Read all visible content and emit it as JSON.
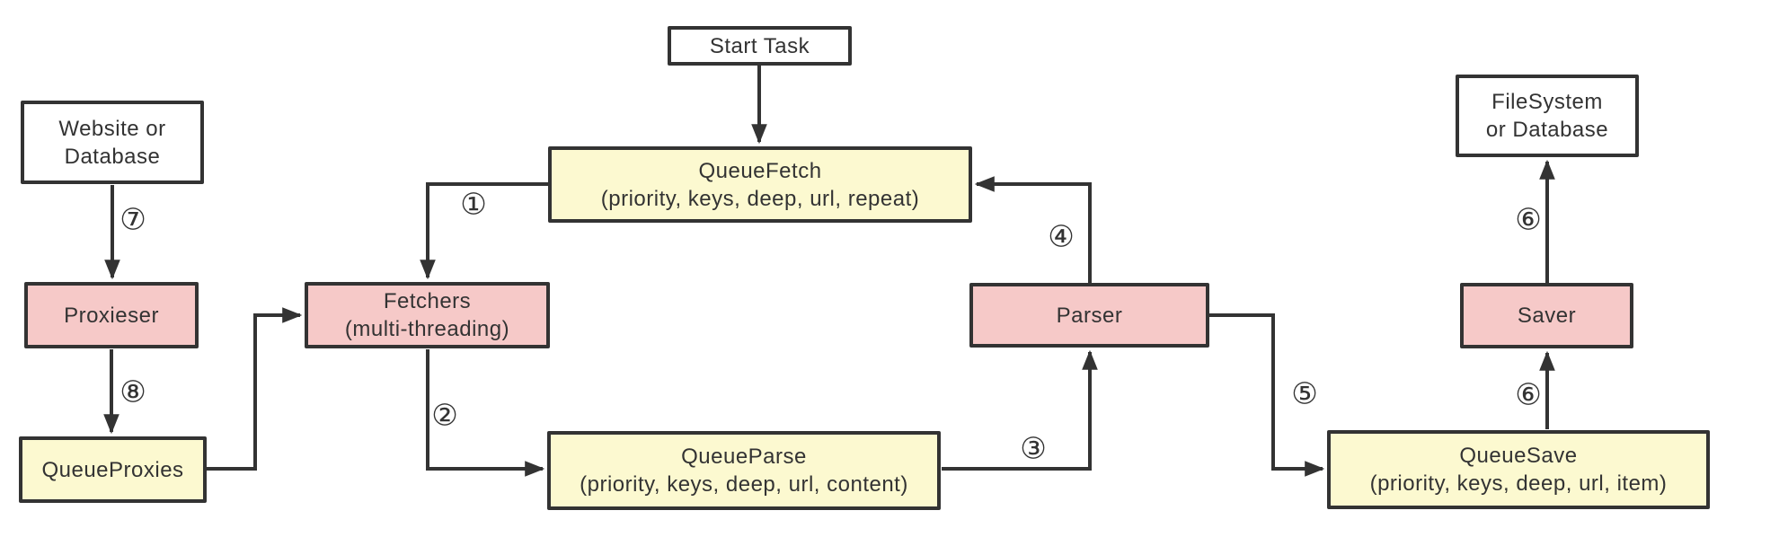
{
  "diagram": {
    "description": "Web crawler architecture flowchart",
    "colors": {
      "queue_fill": "#fcf9d0",
      "worker_fill": "#f6c9c8",
      "io_fill": "#ffffff",
      "stroke": "#333333",
      "text": "#333333"
    },
    "nodes": {
      "start_task": {
        "label": "Start Task"
      },
      "website_db": {
        "line1": "Website or",
        "line2": "Database"
      },
      "queue_fetch": {
        "title": "QueueFetch",
        "subtitle": "(priority, keys, deep, url, repeat)"
      },
      "proxieser": {
        "label": "Proxieser"
      },
      "queue_proxies": {
        "label": "QueueProxies"
      },
      "fetchers": {
        "title": "Fetchers",
        "subtitle": "(multi-threading)"
      },
      "queue_parse": {
        "title": "QueueParse",
        "subtitle": "(priority, keys, deep, url, content)"
      },
      "parser": {
        "label": "Parser"
      },
      "queue_save": {
        "title": "QueueSave",
        "subtitle": "(priority, keys, deep, url, item)"
      },
      "saver": {
        "label": "Saver"
      },
      "filesystem_db": {
        "line1": "FileSystem",
        "line2": "or Database"
      }
    },
    "edges": [
      {
        "from": "Start Task",
        "to": "QueueFetch",
        "label": ""
      },
      {
        "from": "QueueFetch",
        "to": "Fetchers",
        "label": "①"
      },
      {
        "from": "Fetchers",
        "to": "QueueParse",
        "label": "②"
      },
      {
        "from": "QueueParse",
        "to": "Parser",
        "label": "③"
      },
      {
        "from": "Parser",
        "to": "QueueFetch",
        "label": "④"
      },
      {
        "from": "Parser",
        "to": "QueueSave",
        "label": "⑤"
      },
      {
        "from": "QueueSave",
        "to": "Saver",
        "label": "⑥"
      },
      {
        "from": "Saver",
        "to": "FileSystem or Database",
        "label": "⑥"
      },
      {
        "from": "Website or Database",
        "to": "Proxieser",
        "label": "⑦"
      },
      {
        "from": "Proxieser",
        "to": "QueueProxies",
        "label": "⑧"
      },
      {
        "from": "QueueProxies",
        "to": "Fetchers",
        "label": ""
      }
    ]
  }
}
